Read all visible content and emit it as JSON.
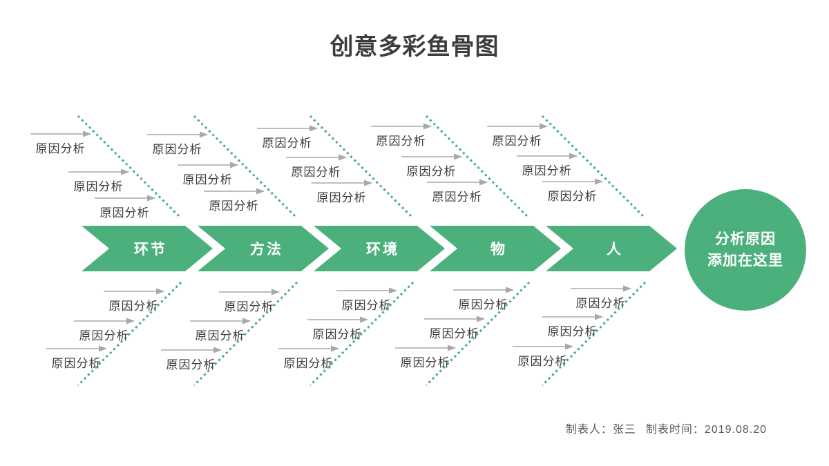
{
  "title": "创意多彩鱼骨图",
  "colors": {
    "shape_green": "#4CB07D",
    "dotted_green": "#3FAE6E",
    "arrow_gray": "#A8A8A8",
    "label_gray": "#3C3C3C",
    "title_gray": "#3C3C3C",
    "footer_gray": "#595959",
    "text_white": "#FFFFFF"
  },
  "head": {
    "line1": "分析原因",
    "line2": "添加在这里"
  },
  "sections": [
    {
      "label": "环节",
      "top_causes": [
        "原因分析",
        "原因分析",
        "原因分析"
      ],
      "bottom_causes": [
        "原因分析",
        "原因分析",
        "原因分析"
      ]
    },
    {
      "label": "方法",
      "top_causes": [
        "原因分析",
        "原因分析",
        "原因分析"
      ],
      "bottom_causes": [
        "原因分析",
        "原因分析",
        "原因分析"
      ]
    },
    {
      "label": "环境",
      "top_causes": [
        "原因分析",
        "原因分析",
        "原因分析"
      ],
      "bottom_causes": [
        "原因分析",
        "原因分析",
        "原因分析"
      ]
    },
    {
      "label": "物",
      "top_causes": [
        "原因分析",
        "原因分析",
        "原因分析"
      ],
      "bottom_causes": [
        "原因分析",
        "原因分析",
        "原因分析"
      ]
    },
    {
      "label": "人",
      "top_causes": [
        "原因分析",
        "原因分析",
        "原因分析"
      ],
      "bottom_causes": [
        "原因分析",
        "原因分析",
        "原因分析"
      ]
    }
  ],
  "footer": {
    "author_label": "制表人：",
    "author": "张三",
    "date_label": "制表时间：",
    "date": "2019.08.20"
  }
}
